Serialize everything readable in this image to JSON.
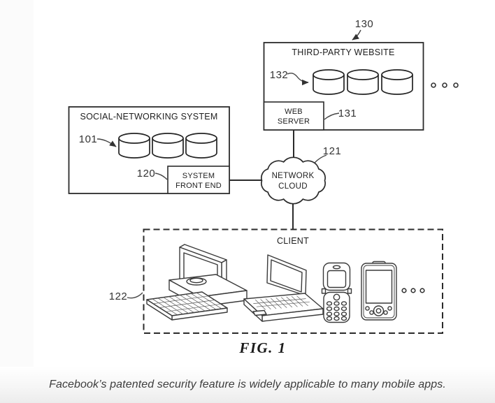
{
  "figure_label": "FIG. 1",
  "caption": "Facebook’s patented security feature is widely applicable to many mobile apps.",
  "third_party_website": {
    "title": "THIRD-PARTY WEBSITE",
    "ref": "130",
    "databases_ref": "132",
    "web_server": {
      "line1": "WEB",
      "line2": "SERVER",
      "ref": "131"
    }
  },
  "social_networking_system": {
    "title": "SOCIAL-NETWORKING SYSTEM",
    "databases_ref": "101",
    "system_front_end": {
      "line1": "SYSTEM",
      "line2": "FRONT END",
      "ref": "120"
    }
  },
  "network_cloud": {
    "line1": "NETWORK",
    "line2": "CLOUD",
    "ref": "121"
  },
  "client": {
    "title": "CLIENT",
    "ref": "122"
  },
  "icons": [
    "database-icon",
    "network-cloud-icon",
    "desktop-computer-icon",
    "laptop-icon",
    "flip-phone-icon",
    "pda-icon",
    "ellipsis-icon"
  ]
}
